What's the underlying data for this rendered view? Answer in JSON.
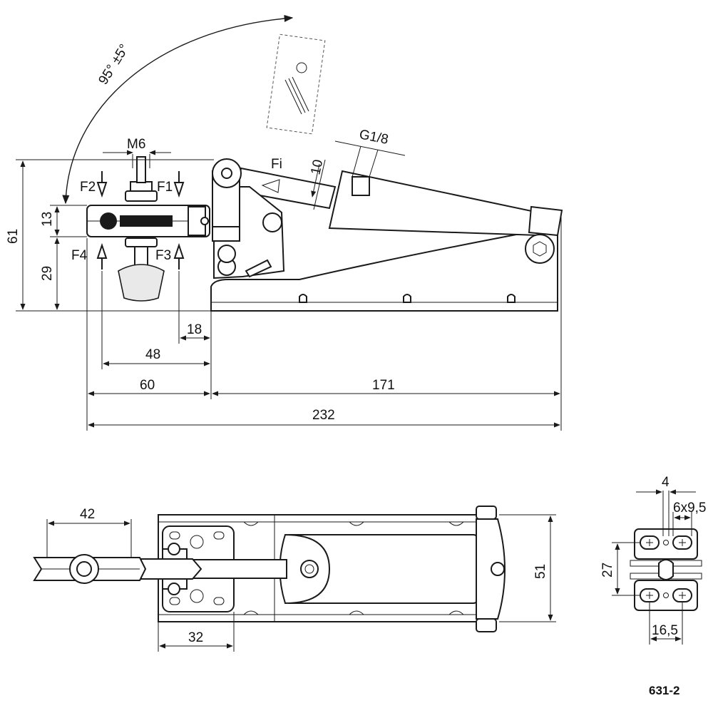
{
  "drawing": {
    "side_view": {
      "angle_label": "95° ±5°",
      "thread_label": "M6",
      "port_label": "G1/8",
      "force_inner_label": "Fi",
      "forces": {
        "f1": "F1",
        "f2": "F2",
        "f3": "F3",
        "f4": "F4"
      },
      "dims": {
        "d10": "10",
        "d61": "61",
        "d13": "13",
        "d29": "29",
        "d18": "18",
        "d48": "48",
        "d60": "60",
        "d171": "171",
        "d232": "232"
      }
    },
    "top_view": {
      "dims": {
        "d42": "42",
        "d51": "51",
        "d32": "32"
      }
    },
    "mount_view": {
      "dims": {
        "d4": "4",
        "d6x95": "6x9,5",
        "d27": "27",
        "d165": "16,5"
      }
    },
    "part_number": "631-2"
  }
}
